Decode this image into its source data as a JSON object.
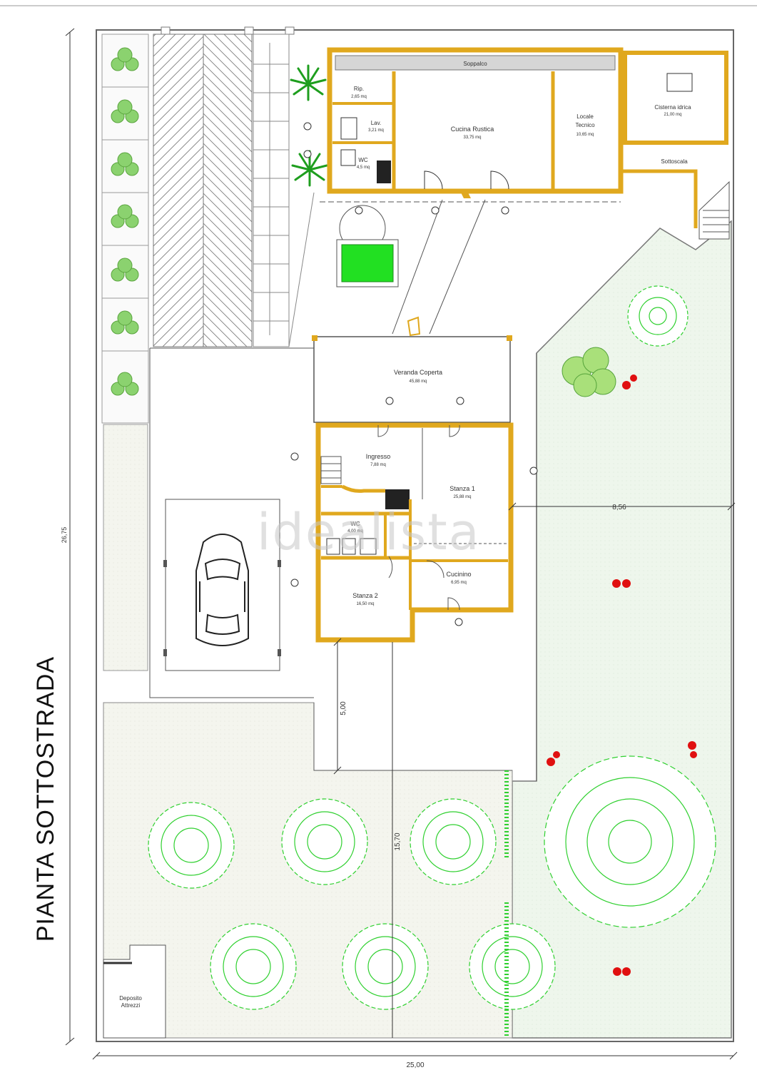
{
  "drawing": {
    "title": "PIANTA SOTTOSTRADA",
    "watermark": "idealista"
  },
  "rooms": {
    "soppalco": "Soppalco",
    "rip": "Rip.",
    "rip_area": "2,65 mq",
    "lav": "Lav.",
    "lav_area": "3,21 mq",
    "wc1": "WC",
    "wc1_area": "4,5 mq",
    "cucina_rustica": "Cucina Rustica",
    "cucina_rustica_area": "33,75 mq",
    "locale_tecnico_1": "Locale",
    "locale_tecnico_2": "Tecnico",
    "locale_tecnico_area": "10,65 mq",
    "cisterna": "Cisterna idrica",
    "cisterna_area": "21,00 mq",
    "sottoscala": "Sottoscala",
    "veranda": "Veranda Coperta",
    "veranda_area": "45,88 mq",
    "ingresso": "Ingresso",
    "ingresso_area": "7,88 mq",
    "stanza1": "Stanza 1",
    "stanza1_area": "25,88 mq",
    "wc2": "WC",
    "wc2_area": "4,00 mq",
    "cucinino": "Cucinino",
    "cucinino_area": "6,95 mq",
    "stanza2": "Stanza 2",
    "stanza2_area": "16,50 mq",
    "deposito_1": "Deposito",
    "deposito_2": "Attrezzi"
  },
  "dimensions": {
    "height": "26,75",
    "width": "25,00",
    "right_span": "8,56",
    "front_depth": "5,00",
    "garden_depth": "15,70"
  }
}
